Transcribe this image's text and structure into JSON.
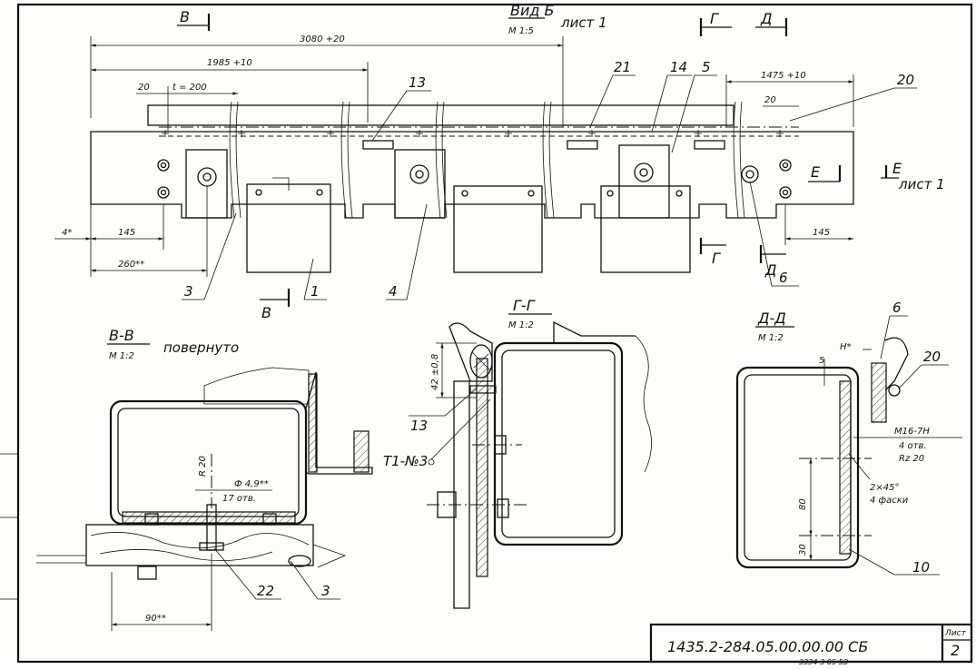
{
  "drawing": {
    "document_number": "1435.2-284.05.00.00.00 СБ",
    "sheet_header": "Лист",
    "sheet_number": "2",
    "stamp_footer": "3334-3 05 5Э"
  },
  "main_view": {
    "title": "Вид Б",
    "title_note": "лист 1",
    "scale": "М 1:5",
    "section_marks": [
      "В",
      "В",
      "Г",
      "Г",
      "Д",
      "Д",
      "Е"
    ],
    "view_ref": "Е",
    "view_ref_note": "лист 1",
    "dimensions": [
      "3080 +20",
      "1985 +10",
      "1475 +10",
      "20",
      "t = 200",
      "20",
      "4*",
      "145",
      "260**",
      "145"
    ],
    "callouts": [
      "13",
      "21",
      "14",
      "5",
      "20",
      "3",
      "1",
      "4",
      "6"
    ]
  },
  "section_vv": {
    "title": "В-В",
    "note": "повернуто",
    "scale": "М 1:2",
    "annotations": [
      "R 20",
      "Ф 4,9**",
      "17 отв.",
      "90**"
    ],
    "callouts": [
      "22",
      "3"
    ]
  },
  "section_gg": {
    "title": "Г-Г",
    "scale": "М 1:2",
    "annotations": [
      "42 ±0,8",
      "Т1-№3"
    ],
    "callouts": [
      "13"
    ]
  },
  "section_dd": {
    "title": "Д-Д",
    "scale": "М 1:2",
    "annotations": [
      "Н*",
      "5",
      "М16-7Н",
      "4 отв.",
      "Rz 20",
      "2×45°",
      "4 фаски",
      "80",
      "30"
    ],
    "callouts": [
      "6",
      "20",
      "10"
    ]
  }
}
